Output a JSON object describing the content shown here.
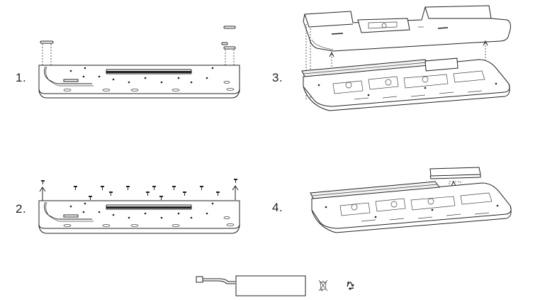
{
  "steps": [
    {
      "label": "1."
    },
    {
      "label": "2."
    },
    {
      "label": "3."
    },
    {
      "label": "4."
    }
  ],
  "symbols": {
    "weee_icon": "crossed-out-bin-icon",
    "recycle_icon": "recycle-icon"
  }
}
